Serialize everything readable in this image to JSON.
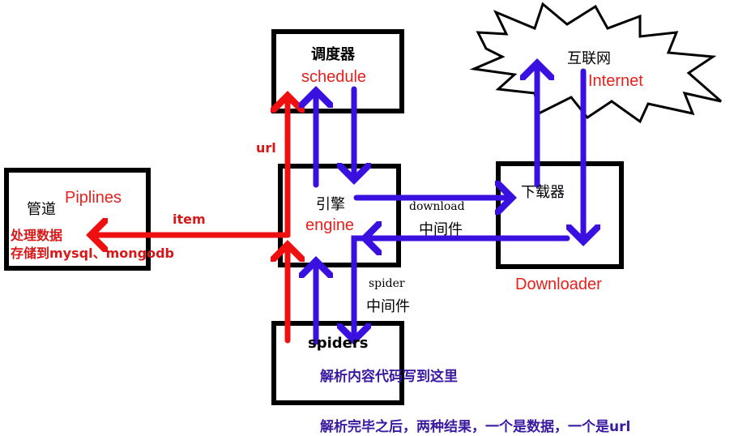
{
  "scheduler": {
    "cn": "调度器",
    "en": "schedule"
  },
  "internet": {
    "cn": "互联网",
    "en": "Internet"
  },
  "pipelines": {
    "cn": "管道",
    "en": "Piplines",
    "line1": "处理数据",
    "line2": "存储到mysql、mongodb"
  },
  "engine": {
    "cn": "引擎",
    "en": "engine"
  },
  "downloader": {
    "cn": "下载器",
    "en": "Downloader"
  },
  "spiders": {
    "en": "spiders",
    "note": "解析内容代码写到这里"
  },
  "labels": {
    "url": "url",
    "item": "item",
    "download_mw_1": "download",
    "download_mw_2": "中间件",
    "spider_mw_1": "spider",
    "spider_mw_2": "中间件"
  },
  "footer": "解析完毕之后，两种结果，一个是数据，一个是url",
  "colors": {
    "blue_arrow": "#3a10e0",
    "red_arrow": "#ee1010",
    "text_blue": "#3a1aa0"
  }
}
